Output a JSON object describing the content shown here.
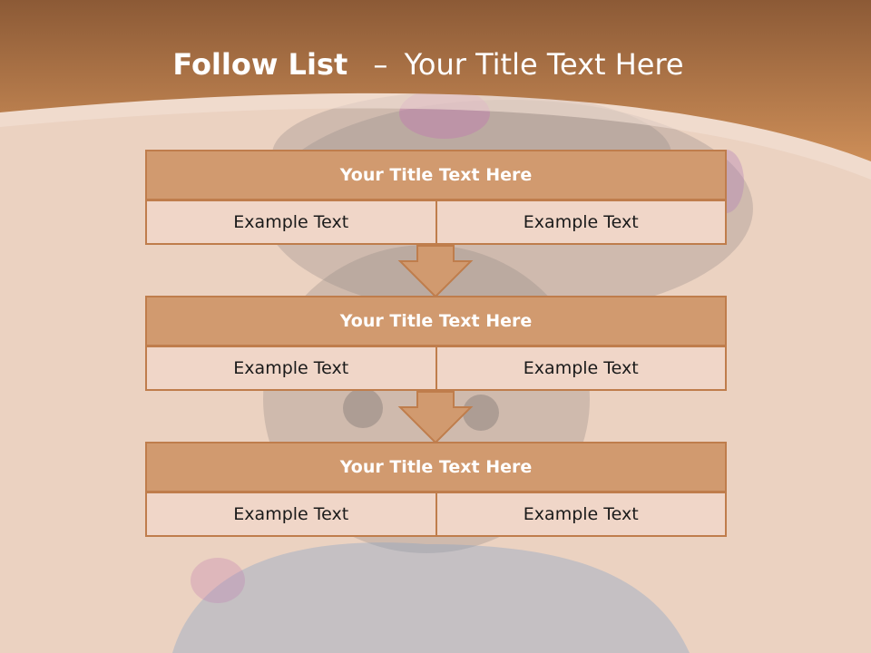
{
  "title": {
    "bold": "Follow List",
    "separator": "–",
    "rest": "Your Title Text Here"
  },
  "blocks": [
    {
      "heading": "Your Title Text Here",
      "left_text": "Example Text",
      "right_text": "Example Text"
    },
    {
      "heading": "Your Title Text Here",
      "left_text": "Example Text",
      "right_text": "Example Text"
    },
    {
      "heading": "Your Title Text Here",
      "left_text": "Example Text",
      "right_text": "Example Text"
    }
  ],
  "colors": {
    "header_dark": "#8c5a36",
    "header_light": "#cd8e58",
    "box_fill": "#d19a6f",
    "box_border": "#bf7d4c",
    "cell_fill": "#f0d6c8",
    "background": "#ecd3c2"
  },
  "icons": [
    "down-arrow-icon"
  ]
}
